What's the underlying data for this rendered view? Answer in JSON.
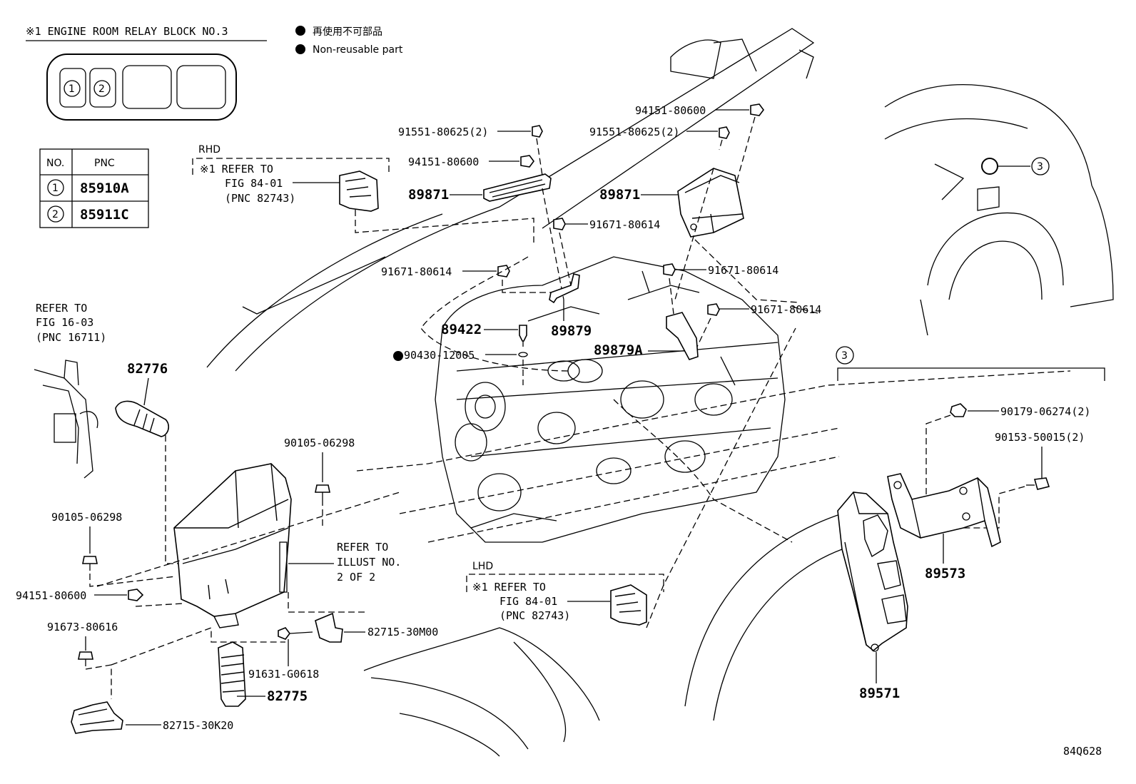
{
  "relay_block": {
    "title": "※1 ENGINE ROOM RELAY BLOCK NO.3",
    "slot1": "1",
    "slot2": "2",
    "table": {
      "headers": [
        "NO.",
        "PNC"
      ],
      "rows": [
        {
          "no": "1",
          "pnc": "85910A"
        },
        {
          "no": "2",
          "pnc": "85911C"
        }
      ]
    }
  },
  "legend": {
    "jp": "再使用不可部品",
    "en": "Non-reusable part"
  },
  "notes": {
    "rhd": {
      "label": "RHD",
      "l1": "※1 REFER TO",
      "l2": "FIG 84-01",
      "l3": "(PNC 82743)"
    },
    "lhd": {
      "label": "LHD",
      "l1": "※1 REFER TO",
      "l2": "FIG 84-01",
      "l3": "(PNC 82743)"
    },
    "fig16": {
      "l1": "REFER TO",
      "l2": "FIG 16-03",
      "l3": "(PNC 16711)"
    },
    "illust": {
      "l1": "REFER TO",
      "l2": "ILLUST NO.",
      "l3": "2 OF 2"
    }
  },
  "callouts": {
    "p94151_top_right": "94151-80600",
    "p91551_left": "91551-80625(2)",
    "p91551_right": "91551-80625(2)",
    "p94151_mid": "94151-80600",
    "p89871_left": "89871",
    "p89871_right": "89871",
    "p91671_a": "91671-80614",
    "p91671_b": "91671-80614",
    "p91671_c": "91671-80614",
    "p91671_d": "91671-80614",
    "p89422": "89422",
    "p89879": "89879",
    "p89879A": "89879A",
    "p90430": "90430-12005",
    "p82776": "82776",
    "p90105_a": "90105-06298",
    "p90105_b": "90105-06298",
    "p94151_low": "94151-80600",
    "p91673": "91673-80616",
    "p82715_30M00": "82715-30M00",
    "p91631": "91631-G0618",
    "p82775": "82775",
    "p82715_30K20": "82715-30K20",
    "p90179": "90179-06274(2)",
    "p90153": "90153-50015(2)",
    "p89573": "89573",
    "p89571": "89571",
    "ref3_top": "3",
    "ref3_detail": "3"
  },
  "figure_id": "84Q628"
}
